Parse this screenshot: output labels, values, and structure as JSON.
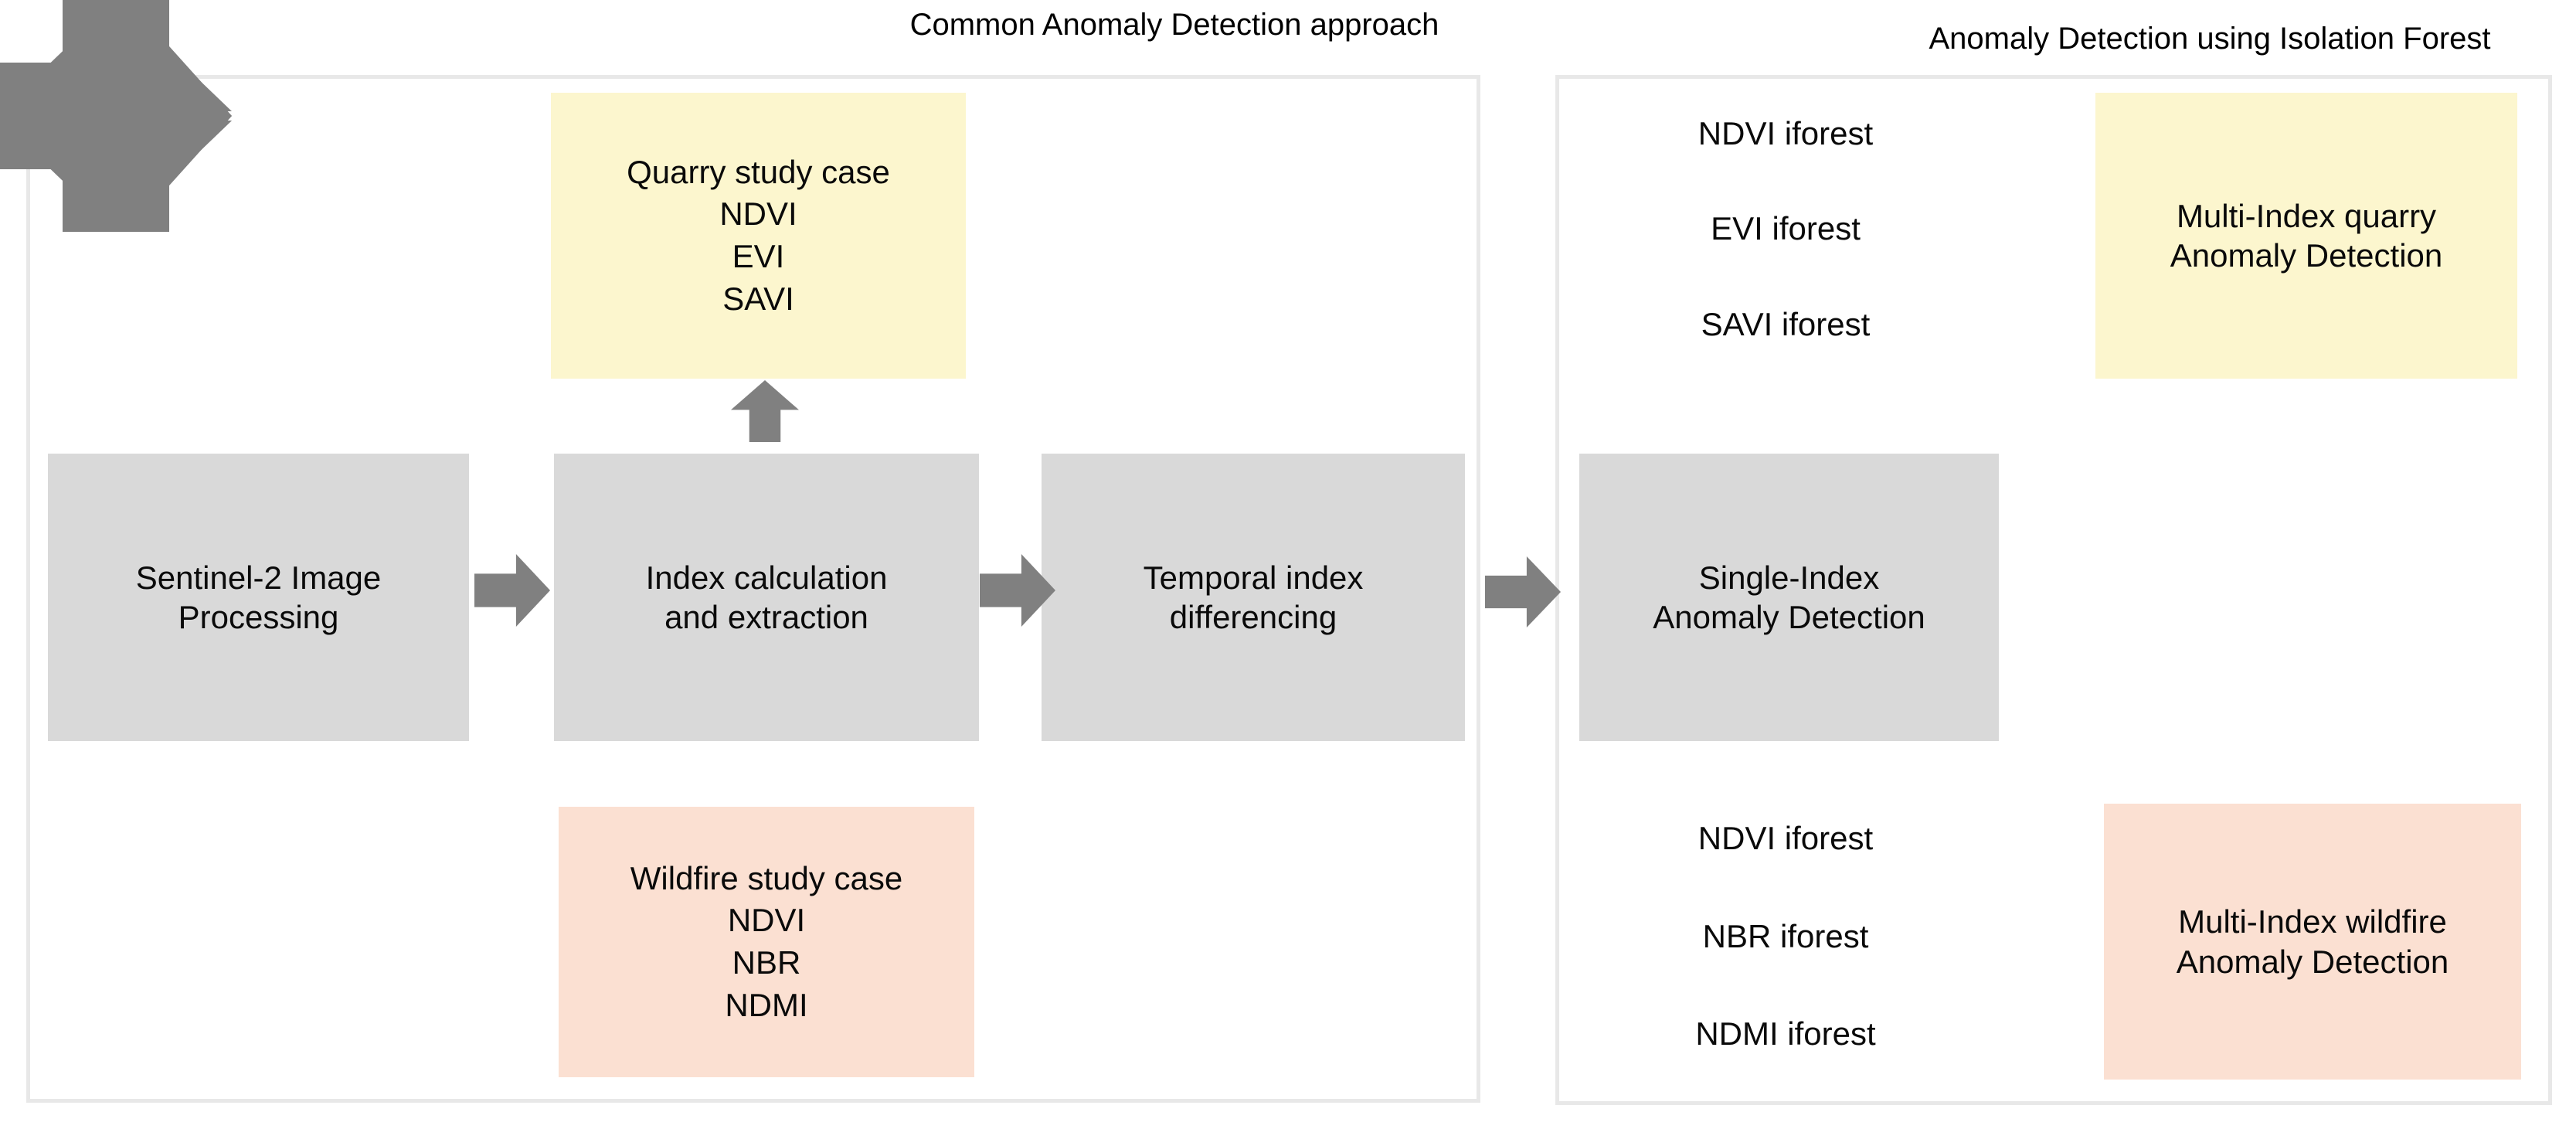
{
  "titles": {
    "left": "Common Anomaly Detection approach",
    "right": "Anomaly Detection using Isolation Forest"
  },
  "colors": {
    "gray_box": "#d9d9d9",
    "yellow_box": "#fcf6ce",
    "pink_box": "#fbe0d2",
    "arrow": "#808080",
    "panel_border": "#e8e8e8",
    "background": "#ffffff",
    "text": "#0a0a0a"
  },
  "left_panel": {
    "pipeline": [
      {
        "id": "sentinel",
        "lines": [
          "Sentinel-2 Image",
          "Processing"
        ]
      },
      {
        "id": "index",
        "lines": [
          "Index calculation",
          "and extraction"
        ]
      },
      {
        "id": "temporal",
        "lines": [
          "Temporal index",
          "differencing"
        ]
      }
    ],
    "quarry_case": {
      "lines": [
        "Quarry study case",
        "NDVI",
        "EVI",
        "SAVI"
      ]
    },
    "wildfire_case": {
      "lines": [
        "Wildfire study case",
        "NDVI",
        "NBR",
        "NDMI"
      ]
    }
  },
  "right_panel": {
    "single_index": {
      "lines": [
        "Single-Index",
        "Anomaly Detection"
      ]
    },
    "quarry_iforests": [
      "NDVI iforest",
      "EVI iforest",
      "SAVI iforest"
    ],
    "wildfire_iforests": [
      "NDVI iforest",
      "NBR iforest",
      "NDMI iforest"
    ],
    "multi_quarry": {
      "lines": [
        "Multi-Index quarry",
        "Anomaly Detection"
      ]
    },
    "multi_wildfire": {
      "lines": [
        "Multi-Index wildfire",
        "Anomaly Detection"
      ]
    }
  },
  "arrows": [
    {
      "id": "sentinel-to-index",
      "direction": "right"
    },
    {
      "id": "index-to-temporal",
      "direction": "right"
    },
    {
      "id": "temporal-to-single",
      "direction": "right"
    },
    {
      "id": "index-to-quarry",
      "direction": "up"
    },
    {
      "id": "index-to-wildfire",
      "direction": "down"
    },
    {
      "id": "single-to-quarry-iforests",
      "direction": "up"
    },
    {
      "id": "single-to-wildfire-iforests",
      "direction": "down"
    },
    {
      "id": "quarry-iforests-to-multi",
      "direction": "right"
    },
    {
      "id": "wildfire-iforests-to-multi",
      "direction": "right"
    }
  ]
}
